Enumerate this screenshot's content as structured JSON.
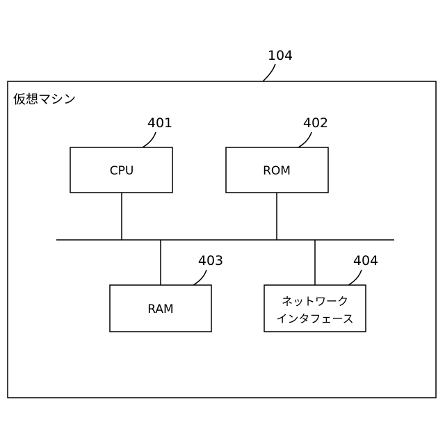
{
  "machine": {
    "ref": "104",
    "title": "仮想マシン"
  },
  "components": [
    {
      "ref": "401",
      "label": "CPU"
    },
    {
      "ref": "402",
      "label": "ROM"
    },
    {
      "ref": "403",
      "label": "RAM"
    },
    {
      "ref": "404",
      "label_lines": [
        "ネットワーク",
        "インタフェース"
      ]
    }
  ]
}
